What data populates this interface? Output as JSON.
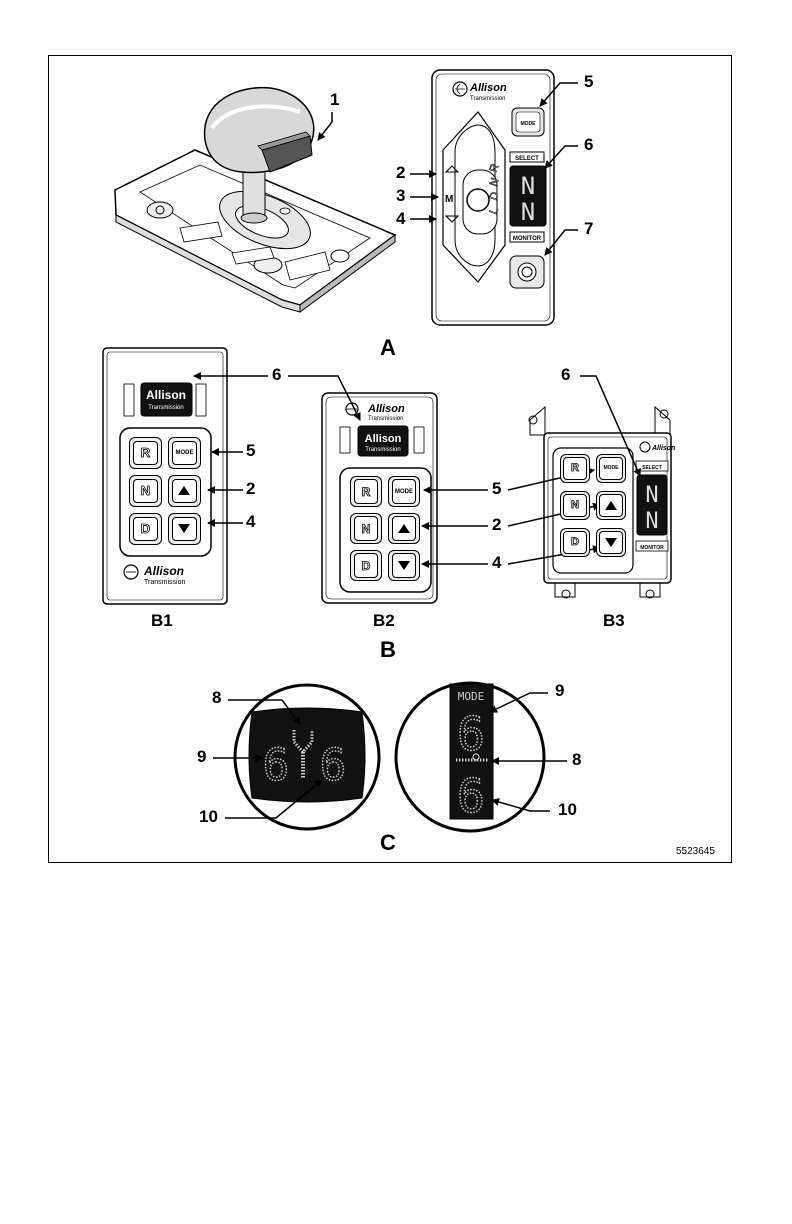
{
  "figure": {
    "id": "5523645",
    "sections": {
      "a": "A",
      "b": "B",
      "c": "C"
    },
    "subfigures": {
      "b1": "B1",
      "b2": "B2",
      "b3": "B3"
    }
  },
  "brand": {
    "name": "Allison",
    "sub": "Transmission"
  },
  "shift_positions": {
    "r": "R",
    "n": "N",
    "d": "D",
    "l": "L",
    "m": "M"
  },
  "panel_labels": {
    "mode": "MODE",
    "select": "SELECT",
    "monitor": "MONITOR"
  },
  "buttons": {
    "r": "R",
    "n": "N",
    "d": "D",
    "mode": "MODE"
  },
  "displays": {
    "a_top": "N",
    "a_bottom": "N",
    "b3_top": "N",
    "b3_bottom": "N"
  },
  "c_display": {
    "left_text": "6",
    "right_text": "6",
    "mode_text": "MODE",
    "top_digit": "6",
    "bottom_digit": "6"
  },
  "callouts": {
    "a1": "1",
    "a2": "2",
    "a3": "3",
    "a4": "4",
    "a5": "5",
    "a6": "6",
    "a7": "7",
    "b1_6": "6",
    "b1_5": "5",
    "b1_2": "2",
    "b1_4": "4",
    "b2_5": "5",
    "b2_2": "2",
    "b2_4": "4",
    "b3_6": "6",
    "c_8a": "8",
    "c_9a": "9",
    "c_10a": "10",
    "c_9b": "9",
    "c_8b": "8",
    "c_10b": "10"
  }
}
